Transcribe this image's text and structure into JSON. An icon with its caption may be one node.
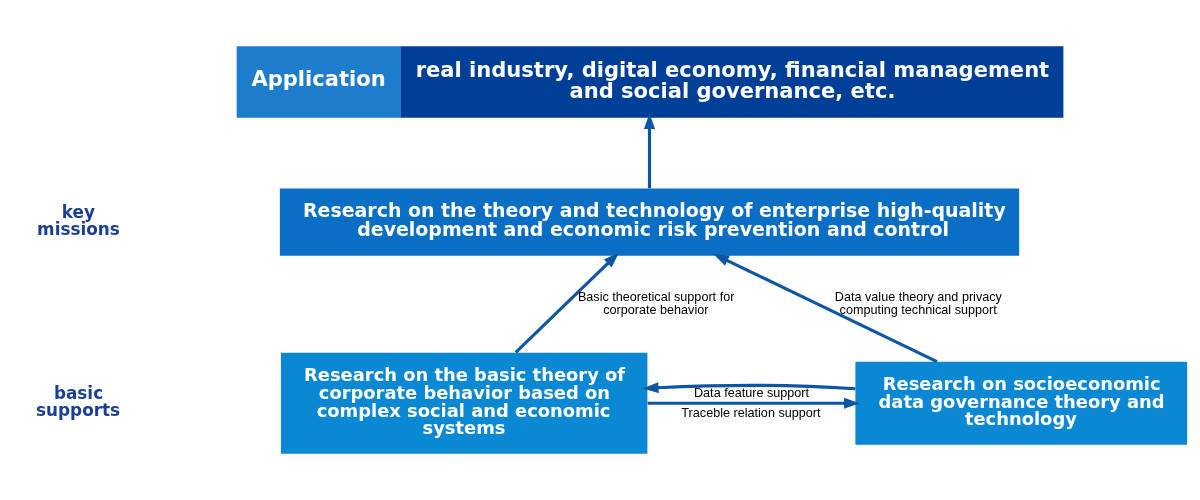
{
  "diagram": {
    "nodes": [
      {
        "text": [
          "Application",
          "real industry, digital economy, financial management and social governance, etc."
        ]
      },
      {
        "text": [
          "Research on the theory and technology of enterprise high-quality development and economic risk prevention and control"
        ]
      },
      {
        "text": [
          "Research on the basic theory of corporate behavior based on complex social and economic systems"
        ]
      },
      {
        "text": [
          "Research on socioeconomic data governance theory and technology"
        ]
      }
    ],
    "edges": [
      {
        "from": 1,
        "to": 0,
        "arrow": "to"
      },
      {
        "from": 2,
        "to": 1,
        "arrow": "to",
        "label": "Basic theoretical support for corporate behavior"
      },
      {
        "from": 3,
        "to": 1,
        "arrow": "to",
        "label": "Data value theory and privacy computing technical support"
      },
      {
        "from": 3,
        "to": 2,
        "arrow": "to",
        "label": "Data feature support"
      },
      {
        "from": 2,
        "to": 3,
        "arrow": "to",
        "label": "Traceble relation support"
      }
    ],
    "labels": [
      "key missions",
      "basic supports"
    ]
  }
}
